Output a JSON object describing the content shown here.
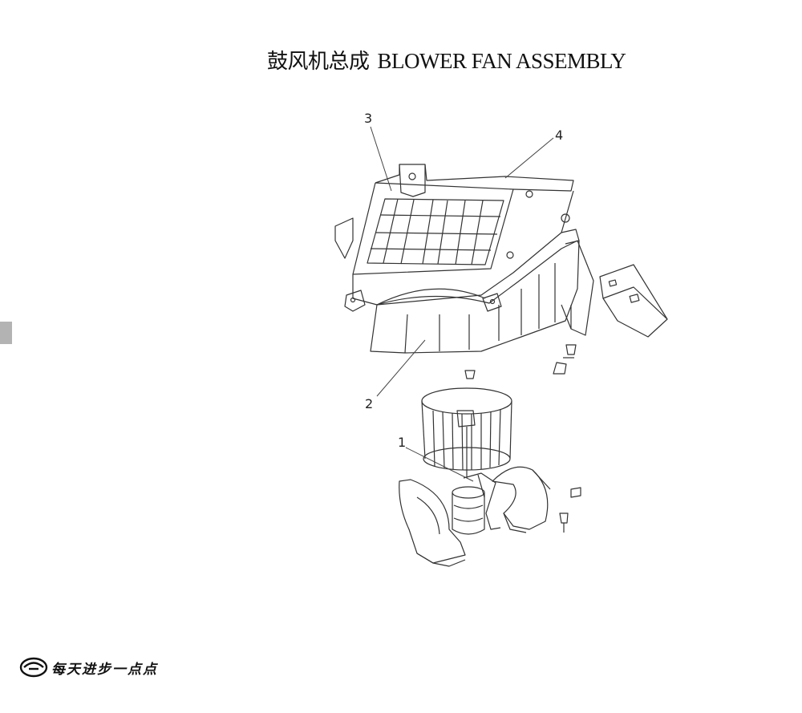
{
  "page": {
    "title_zh": "鼓风机总成",
    "title_en": "BLOWER FAN ASSEMBLY"
  },
  "diagram": {
    "callouts": [
      {
        "num": "1",
        "name": "blower-motor-fan-wheel"
      },
      {
        "num": "2",
        "name": "blower-case-lower"
      },
      {
        "num": "3",
        "name": "filter-housing"
      },
      {
        "num": "4",
        "name": "blower-case-upper"
      }
    ]
  },
  "footer": {
    "logo_icon": "brand-emblem-icon",
    "slogan": "每天进步一点点"
  }
}
